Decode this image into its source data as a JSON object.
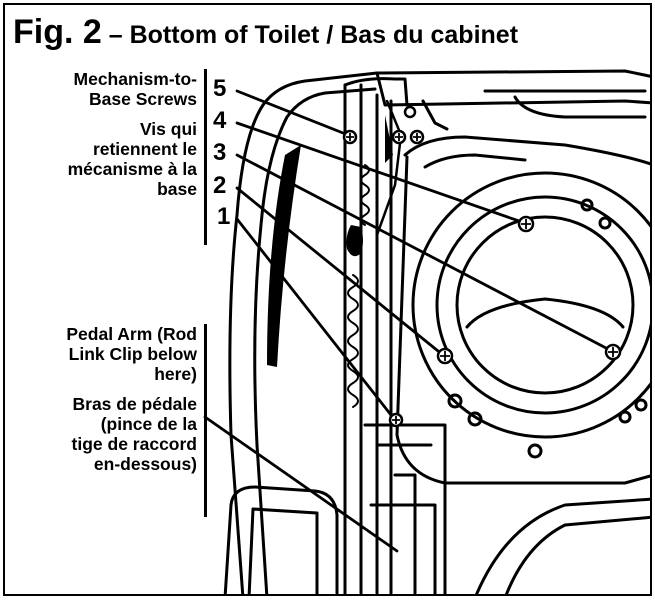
{
  "figure": {
    "title_number": "Fig. 2",
    "title_text": " – Bottom of Toilet / Bas du cabinet"
  },
  "callouts": {
    "screws_en": "Mechanism-to-\nBase Screws",
    "screws_fr": "Vis qui\nretiennent le\nmécanisme à la\nbase",
    "pedal_en": "Pedal Arm (Rod\nLink Clip below\nhere)",
    "pedal_fr": "Bras de pédale\n(pince de la\ntige de raccord\nen-dessous)"
  },
  "screw_numbers": [
    "5",
    "4",
    "3",
    "2",
    "1"
  ]
}
